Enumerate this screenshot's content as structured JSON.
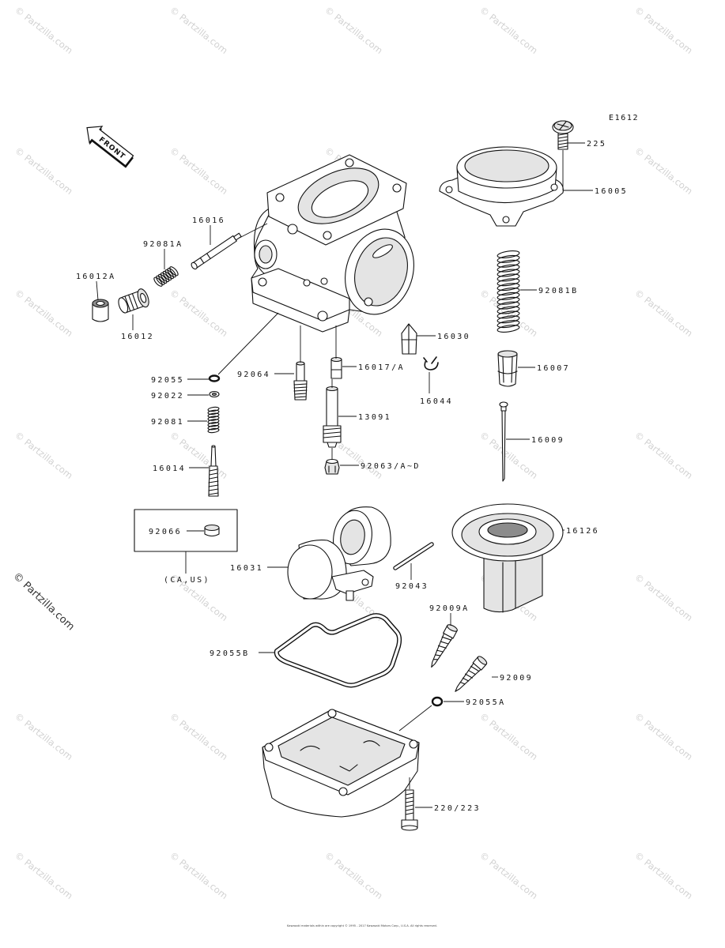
{
  "meta": {
    "ref_code": "E1612"
  },
  "front_arrow": {
    "label": "FRONT"
  },
  "labels": {
    "p225": "225",
    "p16005": "16005",
    "p16016": "16016",
    "p92081a": "92081A",
    "p16012a": "16012A",
    "p16012": "16012",
    "p92081b": "92081B",
    "p16030": "16030",
    "p16017a": "16017/A",
    "p16007": "16007",
    "p92055": "92055",
    "p92064": "92064",
    "p16044": "16044",
    "p92022": "92022",
    "p13091": "13091",
    "p92081": "92081",
    "p16009": "16009",
    "p92063": "92063/A~D",
    "p16014": "16014",
    "p92066": "92066",
    "p16126": "16126",
    "p16031": "16031",
    "p92043": "92043",
    "p92009a": "92009A",
    "p92055b": "92055B",
    "p92009": "92009",
    "p92055a": "92055A",
    "p220_223": "220/223"
  },
  "region_note": "(CA,US)",
  "watermark": {
    "text": "© Partzilla.com",
    "color": "#d2d2d2"
  },
  "side_watermark": {
    "text": "© Partzilla.com",
    "color": "#333333"
  },
  "footer": {
    "line1": "Kawasaki materials within are copyright © 1995 - 2017 Kawasaki Motors Corp., U.S.A. All rights reserved."
  },
  "colors": {
    "line": "#111111",
    "background": "#ffffff"
  }
}
